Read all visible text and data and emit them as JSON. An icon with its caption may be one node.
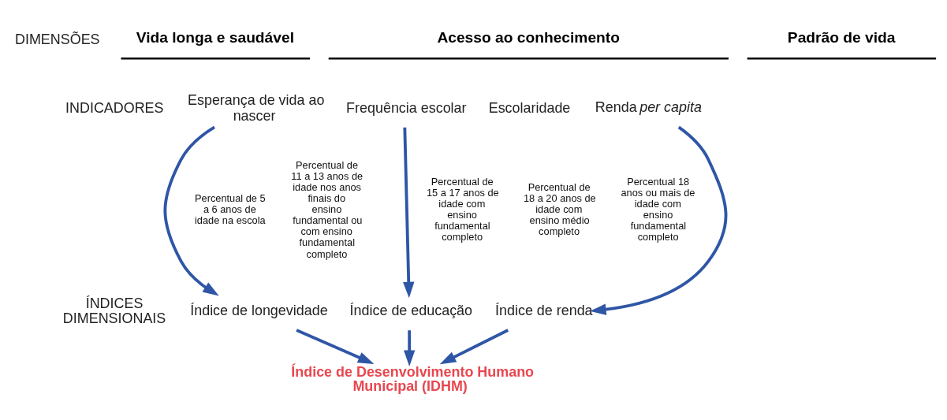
{
  "diagram": {
    "nodes": [
      {
        "text": [
          "Vida longa e saudável"
        ]
      },
      {
        "text": [
          "Acesso ao conhecimento"
        ]
      },
      {
        "text": [
          "Padrão de vida"
        ]
      },
      {
        "text": [
          "Esperança de vida ao nascer"
        ]
      },
      {
        "text": [
          "Frequência escolar"
        ]
      },
      {
        "text": [
          "Escolaridade"
        ]
      },
      {
        "text": [
          "Percentual de 5 a 6 anos de idade na escola"
        ]
      },
      {
        "text": [
          "Percentual de 11 a 13 anos de idade nos anos finais do ensino fundamental ou com ensino fundamental completo"
        ]
      },
      {
        "text": [
          "Percentual de 15 a 17 anos de idade com ensino fundamental completo"
        ]
      },
      {
        "text": [
          "Percentual de 18 a 20 anos de idade com ensino médio completo"
        ]
      },
      {
        "text": [
          "Percentual 18 anos ou mais de idade com ensino fundamental completo"
        ]
      },
      {
        "text": [
          "Renda *per capita*"
        ]
      },
      {
        "text": [
          "Índice de longevidade"
        ]
      },
      {
        "text": [
          "Índice de educação"
        ]
      },
      {
        "text": [
          "Índice de renda"
        ]
      },
      {
        "text": [
          "Índice de Desenvolvimento Humano Municipal (IDHM)"
        ]
      }
    ],
    "edges": [
      {
        "from": 3,
        "to": 12,
        "arrow": "to"
      },
      {
        "from": 4,
        "to": 13,
        "arrow": "to"
      },
      {
        "from": 11,
        "to": 14,
        "arrow": "to"
      },
      {
        "from": 12,
        "to": 15,
        "arrow": "to"
      },
      {
        "from": 13,
        "to": 15,
        "arrow": "to"
      },
      {
        "from": 14,
        "to": 15,
        "arrow": "to"
      }
    ],
    "labels": [
      "DIMENSÕES",
      "INDICADORES",
      "ÍNDICES DIMENSIONAIS"
    ]
  }
}
